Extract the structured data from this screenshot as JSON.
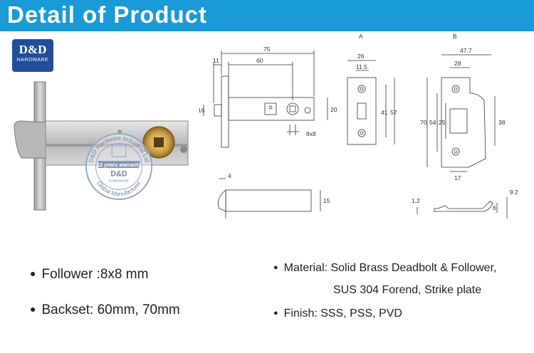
{
  "header": {
    "title": "Detail of Product",
    "bg_color": "#1a9ad6"
  },
  "logo": {
    "brand": "D&D",
    "sub": "HARDWARE",
    "color": "#1f4e9b"
  },
  "watermark": {
    "arc_top": "D&D Hardware Industrial Ltd",
    "warranty": "12 years warranty",
    "brand": "D&D",
    "sub": "HARDWARE",
    "arc_bottom": "Global Manufacturer"
  },
  "drawing": {
    "label_a": "A",
    "label_b": "B",
    "dims": {
      "d75": "75",
      "d60": "60",
      "d11": "11",
      "d16": "16",
      "d20": "20",
      "d8x8": "8x8",
      "d4": "4",
      "d15": "15",
      "a26": "26",
      "a11_5": "11.5",
      "a41": "41",
      "a57": "57",
      "b47_7": "47.7",
      "b28": "28",
      "b70": "70",
      "b54": "54",
      "b25": "25",
      "b38": "38",
      "b17": "17",
      "b1_2": "1.2",
      "b9_2": "9.2",
      "b6": "6"
    }
  },
  "specs": {
    "bullet": "●",
    "follower": "Follower :8x8 mm",
    "backset": "Backset: 60mm, 70mm",
    "material": "Material: Solid Brass Deadbolt & Follower,",
    "material_cont": "SUS 304 Forend, Strike plate",
    "finish": "Finish: SSS, PSS, PVD"
  }
}
